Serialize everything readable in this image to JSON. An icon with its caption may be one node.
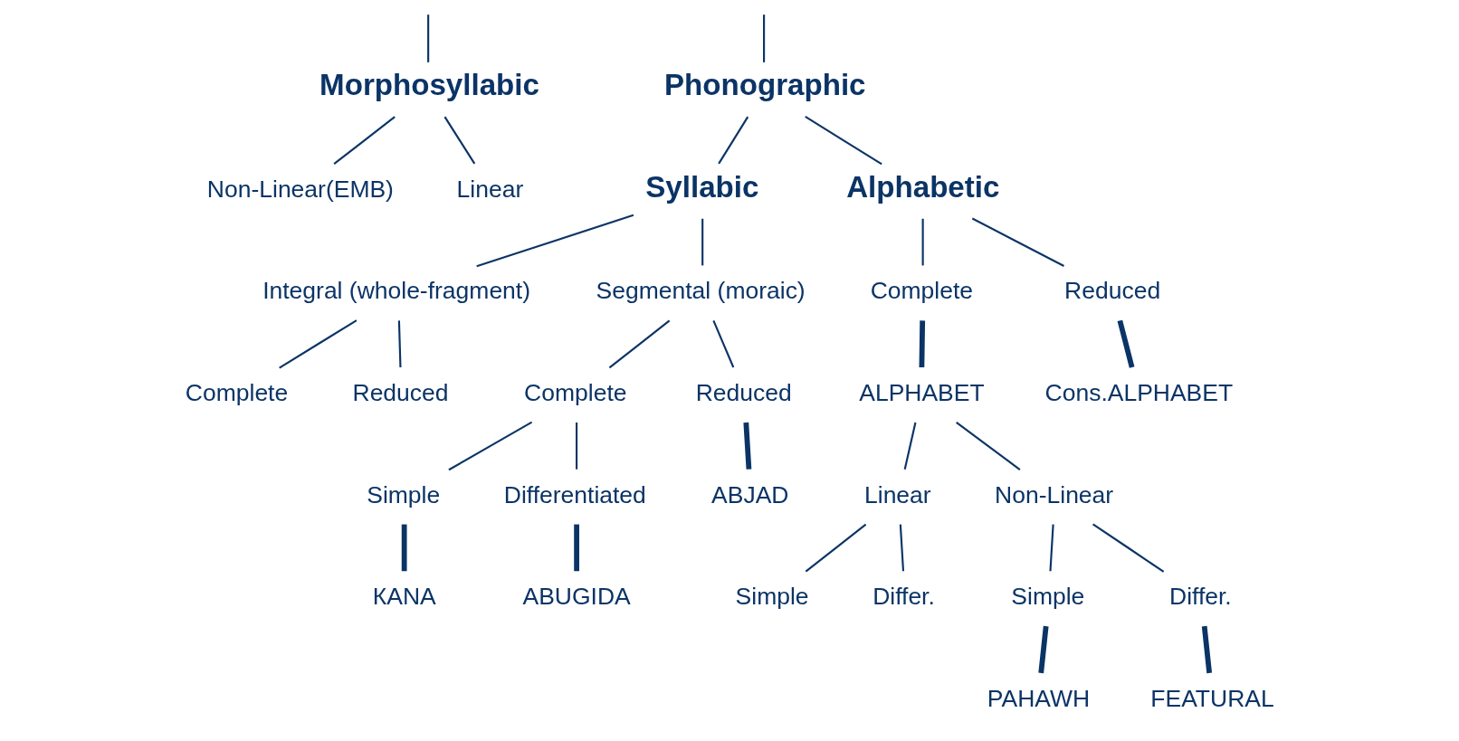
{
  "diagram": {
    "nodes": [
      {
        "text": [
          "Morphosyllabic"
        ]
      },
      {
        "text": [
          "Phonographic"
        ]
      },
      {
        "text": [
          "Non-Linear(EMB)"
        ]
      },
      {
        "text": [
          "Linear"
        ]
      },
      {
        "text": [
          "Syllabic"
        ]
      },
      {
        "text": [
          "Alphabetic"
        ]
      },
      {
        "text": [
          "Integral (whole-fragment)"
        ]
      },
      {
        "text": [
          "Segmental (moraic)"
        ]
      },
      {
        "text": [
          "Complete"
        ]
      },
      {
        "text": [
          "Reduced"
        ]
      },
      {
        "text": [
          "Complete"
        ]
      },
      {
        "text": [
          "Reduced"
        ]
      },
      {
        "text": [
          "Complete"
        ]
      },
      {
        "text": [
          "Reduced"
        ]
      },
      {
        "text": [
          "Simple"
        ]
      },
      {
        "text": [
          "Differentiated"
        ]
      },
      {
        "text": [
          "КANA"
        ]
      },
      {
        "text": [
          "ABUGIDA"
        ]
      },
      {
        "text": [
          "ABJAD"
        ]
      },
      {
        "text": [
          "ALPHABET"
        ]
      },
      {
        "text": [
          "Cons.ALPHABET"
        ]
      },
      {
        "text": [
          "Linear"
        ]
      },
      {
        "text": [
          "Non-Linear"
        ]
      },
      {
        "text": [
          "Simple"
        ]
      },
      {
        "text": [
          "Differ."
        ]
      },
      {
        "text": [
          "Simple"
        ]
      },
      {
        "text": [
          "Differ."
        ]
      },
      {
        "text": [
          "PAHAWH"
        ]
      },
      {
        "text": [
          "FEATURAL"
        ]
      }
    ],
    "edges": [
      {
        "from": null,
        "to": 0,
        "arrow": "none"
      },
      {
        "from": null,
        "to": 1,
        "arrow": "none"
      },
      {
        "from": 0,
        "to": 2,
        "arrow": "none"
      },
      {
        "from": 0,
        "to": 3,
        "arrow": "none"
      },
      {
        "from": 1,
        "to": 4,
        "arrow": "none"
      },
      {
        "from": 1,
        "to": 5,
        "arrow": "none"
      },
      {
        "from": 4,
        "to": 6,
        "arrow": "none"
      },
      {
        "from": 4,
        "to": 7,
        "arrow": "none"
      },
      {
        "from": 6,
        "to": 8,
        "arrow": "none"
      },
      {
        "from": 6,
        "to": 9,
        "arrow": "none"
      },
      {
        "from": 7,
        "to": 10,
        "arrow": "none"
      },
      {
        "from": 7,
        "to": 11,
        "arrow": "none"
      },
      {
        "from": 5,
        "to": 12,
        "arrow": "none"
      },
      {
        "from": 5,
        "to": 13,
        "arrow": "none"
      },
      {
        "from": 10,
        "to": 14,
        "arrow": "none"
      },
      {
        "from": 10,
        "to": 15,
        "arrow": "none"
      },
      {
        "from": 14,
        "to": 16,
        "arrow": "none",
        "style": "thick"
      },
      {
        "from": 15,
        "to": 17,
        "arrow": "none",
        "style": "thick"
      },
      {
        "from": 11,
        "to": 18,
        "arrow": "none",
        "style": "thick"
      },
      {
        "from": 12,
        "to": 19,
        "arrow": "none",
        "style": "thick"
      },
      {
        "from": 13,
        "to": 20,
        "arrow": "none",
        "style": "thick"
      },
      {
        "from": 19,
        "to": 21,
        "arrow": "none"
      },
      {
        "from": 19,
        "to": 22,
        "arrow": "none"
      },
      {
        "from": 21,
        "to": 23,
        "arrow": "none"
      },
      {
        "from": 21,
        "to": 24,
        "arrow": "none"
      },
      {
        "from": 22,
        "to": 25,
        "arrow": "none"
      },
      {
        "from": 22,
        "to": 26,
        "arrow": "none"
      },
      {
        "from": 25,
        "to": 27,
        "arrow": "none",
        "style": "thick"
      },
      {
        "from": 26,
        "to": 28,
        "arrow": "none",
        "style": "thick"
      }
    ]
  }
}
